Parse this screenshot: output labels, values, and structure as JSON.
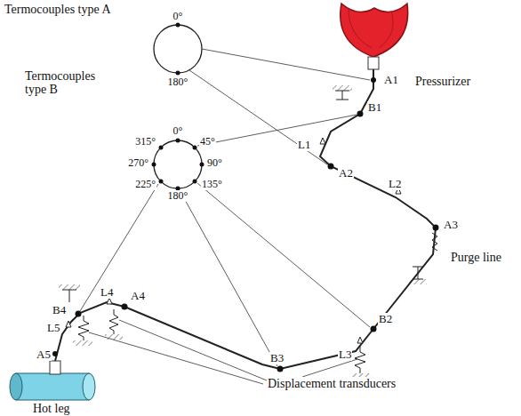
{
  "diagram": {
    "nodes": [
      {
        "text": [
          "Termocouples type A",
          "0°",
          "180°"
        ]
      },
      {
        "text": [
          "Termocouples type B",
          "0°",
          "45°",
          "90°",
          "135°",
          "180°",
          "225°",
          "270°",
          "315°"
        ]
      }
    ],
    "labels": [
      "Pressurizer",
      "A1",
      "B1",
      "L1",
      "A2",
      "L2",
      "A3",
      "Purge line",
      "B2",
      "L3",
      "B3",
      "L4",
      "A4",
      "B4",
      "L5",
      "A5",
      "Hot leg",
      "Displacement transducers"
    ]
  }
}
